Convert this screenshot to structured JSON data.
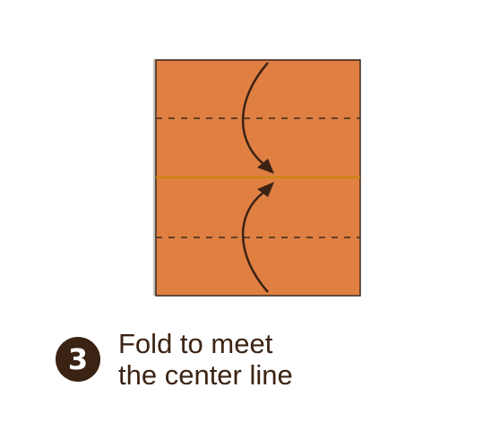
{
  "colors": {
    "paper": "#e07f42",
    "paper_shadow": "#c9bfb6",
    "outline": "#3a2a20",
    "center_line": "#c8860a",
    "fold_line": "#3a2a20",
    "arrow": "#3b2314",
    "badge": "#3b2314",
    "text": "#3b2314"
  },
  "step": {
    "number": "3",
    "instruction_line1": "Fold to meet",
    "instruction_line2": "the center line"
  },
  "icons": {
    "top_arrow": "curved-arrow-down-icon",
    "bottom_arrow": "curved-arrow-up-icon"
  }
}
